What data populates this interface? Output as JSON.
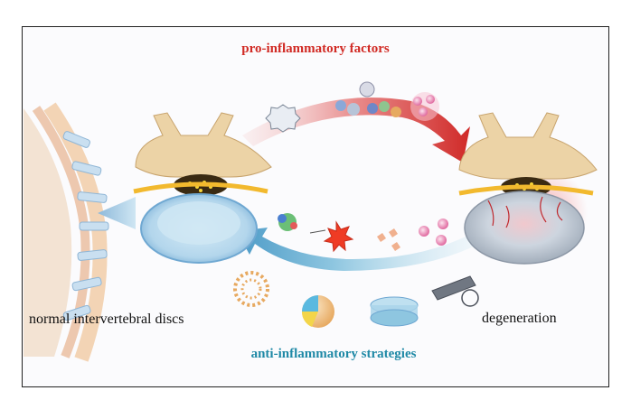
{
  "labels": {
    "top_factor": "pro-inflammatory factors",
    "bottom_strategy": "anti-inflammatory strategies",
    "left_state": "normal intervertebral discs",
    "right_state": "degeneration"
  },
  "colors": {
    "pro_inflammatory": "#d12b25",
    "anti_inflammatory": "#1f89a6",
    "bone": "#ecd3a6",
    "disc_healthy": "#9ccbe6",
    "disc_degenerated": "#c9d3de"
  }
}
